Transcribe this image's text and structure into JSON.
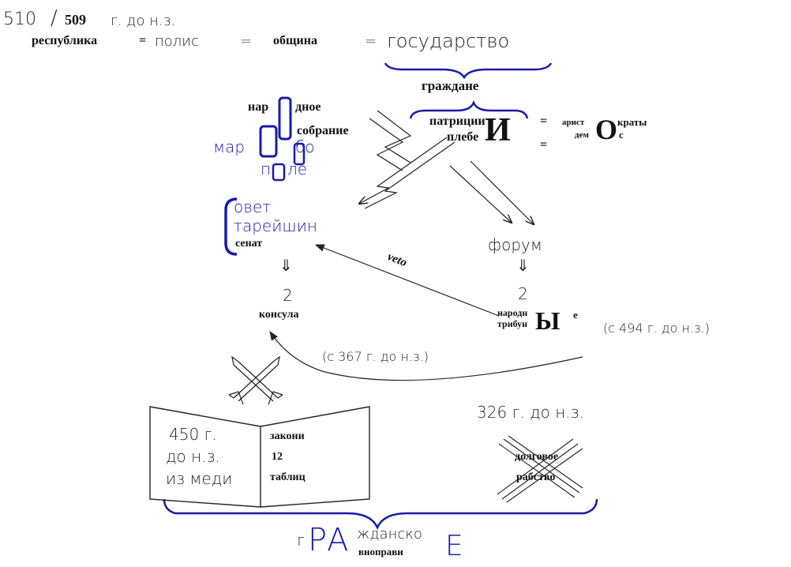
{
  "header": {
    "year_a": "510",
    "slash": "/",
    "year_b": "509",
    "era": "г. до н.з."
  },
  "equation": {
    "w1": "республика",
    "eq1": "=",
    "w2": "полис",
    "eq2": "=",
    "w3": "община",
    "eq3": "=",
    "w4": "государство"
  },
  "citizens": "граждане",
  "classes": {
    "patricians": "патриции",
    "plebs": "плебе",
    "big_i": "И",
    "eq_top": "=",
    "eq_bottom": "=",
    "arist": "арист",
    "dem": "дем",
    "big_o": "О",
    "kraty": "краты",
    "c": "с"
  },
  "assembly": {
    "nar": "нар",
    "dnoe": "дное",
    "sobranie": "собрание",
    "mar": "мар",
    "bo": "бо",
    "p": "п",
    "le": "ле"
  },
  "council": {
    "line1": "овет",
    "line2": "тарейшин",
    "line3": "сенат"
  },
  "forum": "форум",
  "arrow_down": "⇓",
  "consuls": {
    "num": "2",
    "label": "консула"
  },
  "tribunes": {
    "num": "2",
    "narodn": "народн",
    "tribun": "трибун",
    "big": "Ы",
    "e": "е",
    "since": "(с 494 г. до н.з.)"
  },
  "veto": "veto",
  "since_367": "(с 367 г. до н.з.)",
  "laws": {
    "year": "450 г.",
    "era": "до н.з.",
    "from": "из меди",
    "w1": "закони",
    "w2": "12",
    "w3": "таблиц"
  },
  "debt": {
    "year": "326 г. до н.з.",
    "w1": "долговое",
    "w2": "рабство"
  },
  "civil": {
    "g": "г",
    "ra": "РА",
    "zhdansko": "жданско",
    "e": "Е",
    "vnoprav": "вноправи"
  },
  "colors": {
    "blue": "#1a1aa8",
    "text": "#222222"
  }
}
